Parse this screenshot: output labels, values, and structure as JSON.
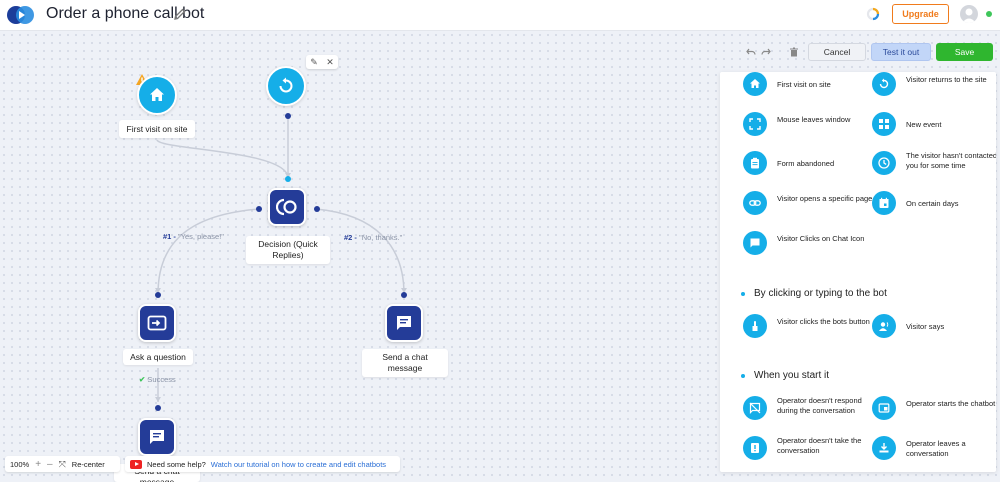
{
  "header": {
    "title": "Order a phone call bot",
    "upgrade_label": "Upgrade"
  },
  "toolbar": {
    "cancel_label": "Cancel",
    "test_label": "Test it out",
    "save_label": "Save"
  },
  "flow": {
    "nodes": {
      "first_visit": "First visit on site",
      "decision": "Decision (Quick Replies)",
      "ask_question": "Ask a question",
      "send_message": "Send a chat message",
      "send_message_bottom": "Send a chat message"
    },
    "edges": {
      "option1_num": "#1 -",
      "option1_text": "\"Yes, please!\"",
      "option2_num": "#2 -",
      "option2_text": "\"No, thanks.\"",
      "success": "Success"
    }
  },
  "panel": {
    "triggers": [
      {
        "label": "First visit on site",
        "icon": "home-icon"
      },
      {
        "label": "Visitor returns to the site",
        "icon": "return-icon"
      },
      {
        "label": "Mouse leaves window",
        "icon": "expand-icon"
      },
      {
        "label": "New event",
        "icon": "widgets-icon"
      },
      {
        "label": "Form abandoned",
        "icon": "clipboard-icon"
      },
      {
        "label": "The visitor hasn't contacted you for some time",
        "icon": "clock-icon"
      },
      {
        "label": "Visitor opens a specific page",
        "icon": "link-icon"
      },
      {
        "label": "On certain days",
        "icon": "calendar-icon"
      },
      {
        "label": "Visitor Clicks on Chat Icon",
        "icon": "chat-icon"
      }
    ],
    "section_clicking": "By clicking or typing to the bot",
    "clicking": [
      {
        "label": "Visitor clicks the bots button",
        "icon": "touch-icon"
      },
      {
        "label": "Visitor says",
        "icon": "voice-icon"
      }
    ],
    "section_start": "When you start it",
    "start": [
      {
        "label": "Operator doesn't respond during the conversation",
        "icon": "no-reply-icon"
      },
      {
        "label": "Operator starts the chatbot",
        "icon": "start-chatbot-icon"
      },
      {
        "label": "Operator doesn't take the conversation",
        "icon": "alert-icon"
      },
      {
        "label": "Operator leaves a conversation",
        "icon": "leave-icon"
      }
    ]
  },
  "bottom": {
    "zoom": "100%",
    "recenter_label": "Re-center",
    "help_text": "Need some help?",
    "help_link": "Watch our tutorial on how to create and edit chatbots"
  },
  "colors": {
    "accent_cyan": "#15aee8",
    "node_navy": "#243c98",
    "save_green": "#2fb62f",
    "upgrade_orange": "#f07b1c"
  }
}
